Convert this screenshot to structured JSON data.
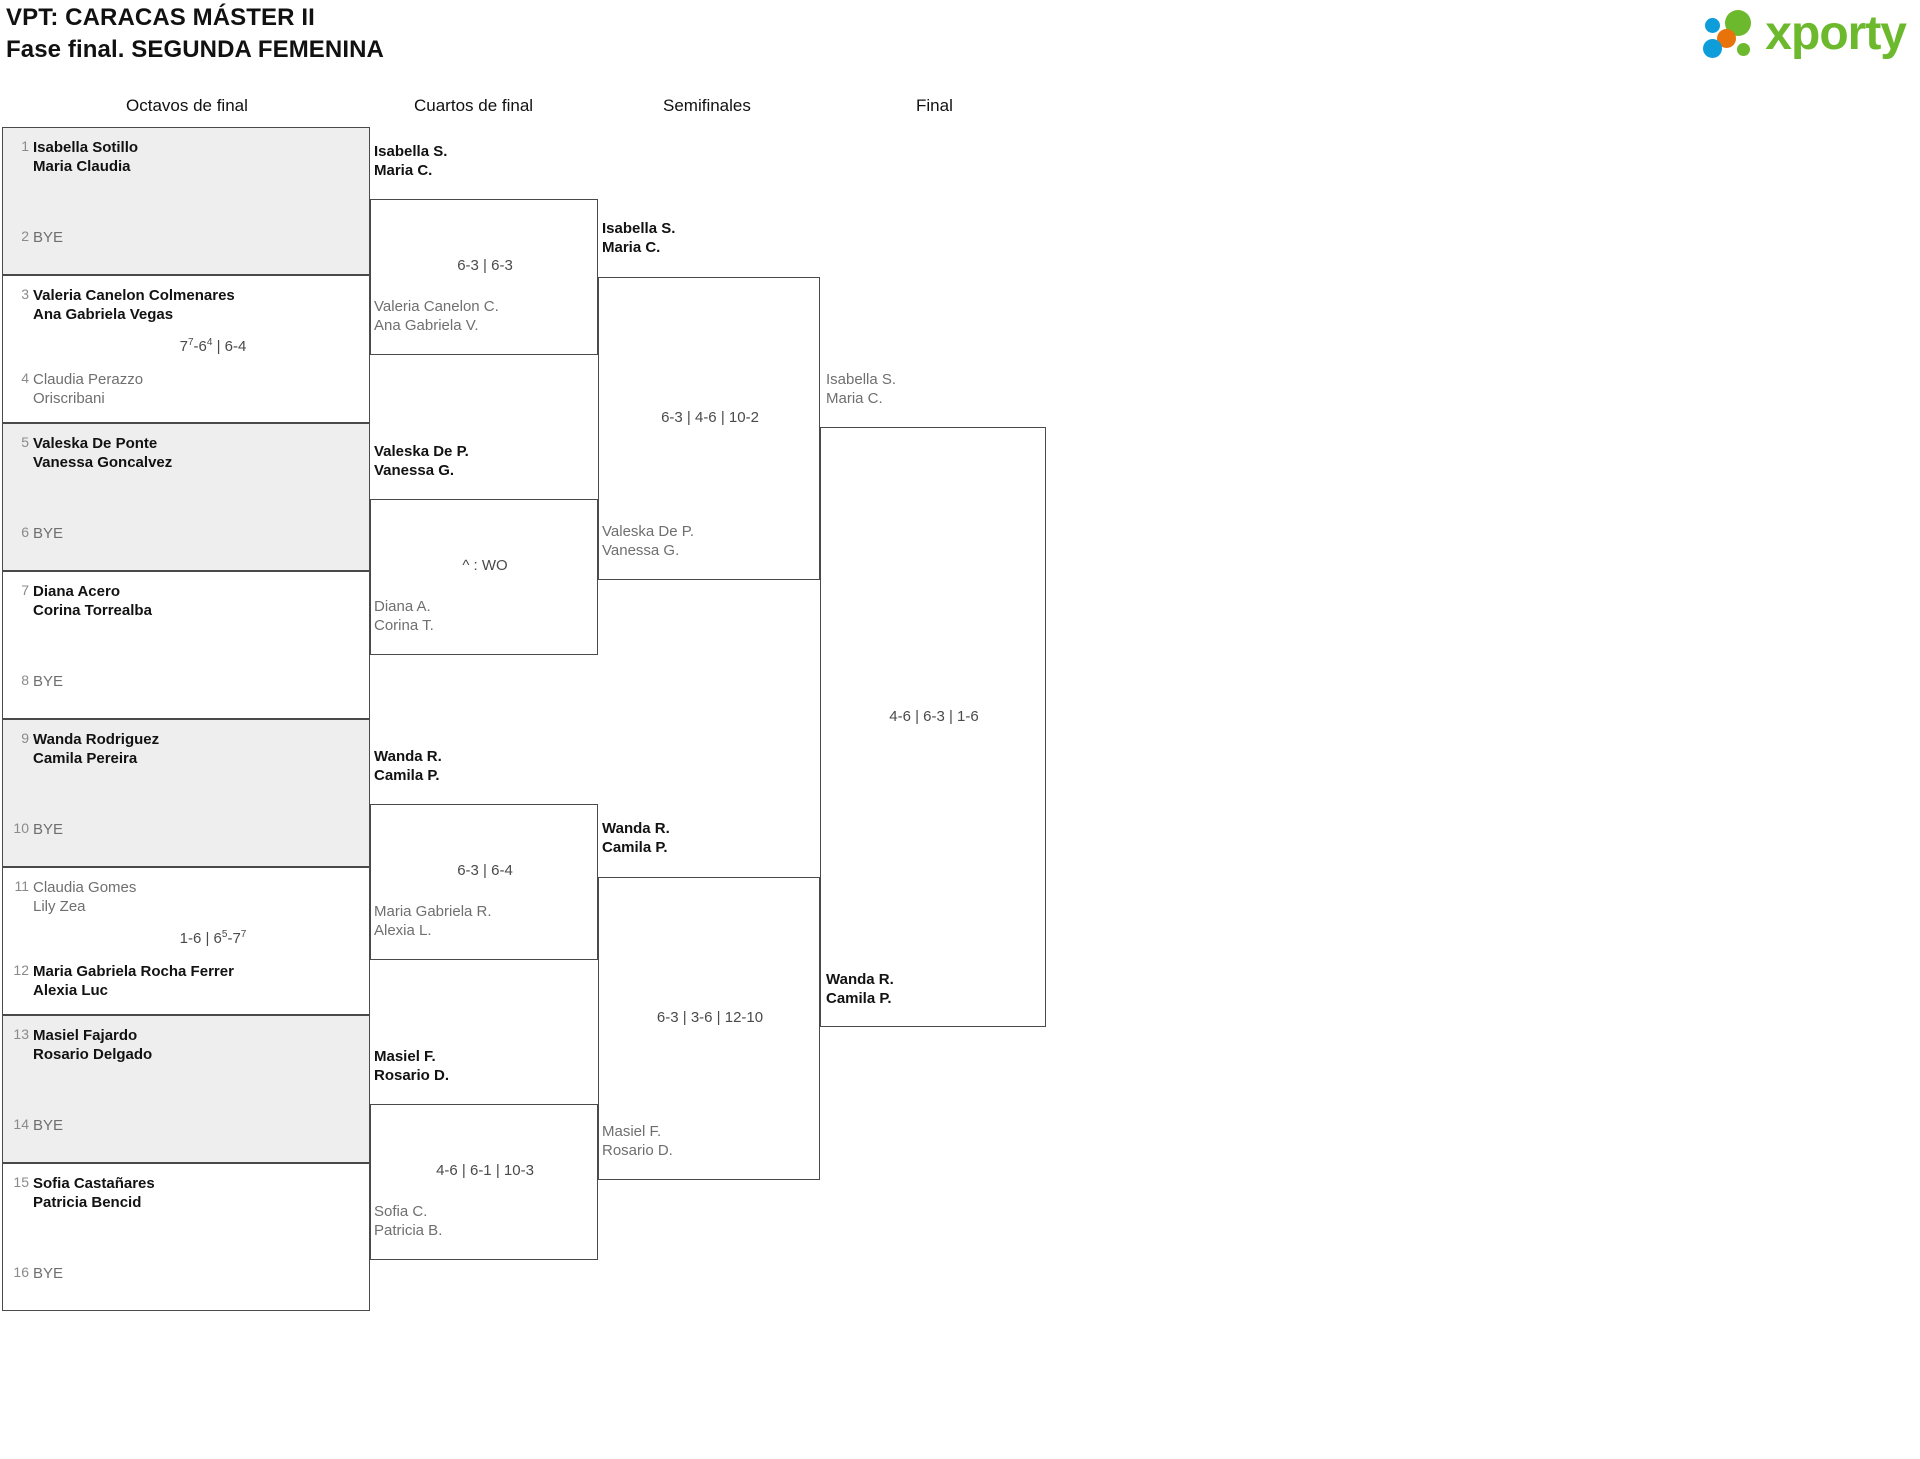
{
  "header": {
    "title_line1": "VPT: CARACAS MÁSTER II",
    "title_line2": "Fase final. SEGUNDA FEMENINA",
    "logo_text": "xporty",
    "logo_colors": {
      "green": "#6cb92d",
      "blue": "#0d9ddb",
      "orange": "#e8730b"
    }
  },
  "rounds": [
    {
      "id": "r16",
      "label": "Octavos de final"
    },
    {
      "id": "qf",
      "label": "Cuartos de final"
    },
    {
      "id": "sf",
      "label": "Semifinales"
    },
    {
      "id": "f",
      "label": "Final"
    }
  ],
  "round_of_16": [
    {
      "shaded": true,
      "top": {
        "seed": "1",
        "p1": "Isabella Sotillo",
        "p2": "Maria Claudia",
        "status": "winner"
      },
      "bottom": {
        "seed": "2",
        "bye": "BYE"
      },
      "score": ""
    },
    {
      "shaded": false,
      "top": {
        "seed": "3",
        "p1": "Valeria Canelon Colmenares",
        "p2": "Ana Gabriela Vegas",
        "status": "winner"
      },
      "bottom": {
        "seed": "4",
        "p1": "Claudia Perazzo",
        "p2": "Oriscribani",
        "status": "loser"
      },
      "score_html": "7<sup>7</sup>-6<sup>4</sup> | 6-4",
      "score": "77-64 | 6-4"
    },
    {
      "shaded": true,
      "top": {
        "seed": "5",
        "p1": "Valeska De Ponte",
        "p2": "Vanessa Goncalvez",
        "status": "winner"
      },
      "bottom": {
        "seed": "6",
        "bye": "BYE"
      },
      "score": ""
    },
    {
      "shaded": false,
      "top": {
        "seed": "7",
        "p1": "Diana Acero",
        "p2": "Corina Torrealba",
        "status": "winner"
      },
      "bottom": {
        "seed": "8",
        "bye": "BYE"
      },
      "score": ""
    },
    {
      "shaded": true,
      "top": {
        "seed": "9",
        "p1": "Wanda Rodriguez",
        "p2": "Camila Pereira",
        "status": "winner"
      },
      "bottom": {
        "seed": "10",
        "bye": "BYE"
      },
      "score": ""
    },
    {
      "shaded": false,
      "top": {
        "seed": "11",
        "p1": "Claudia Gomes",
        "p2": "Lily Zea",
        "status": "loser"
      },
      "bottom": {
        "seed": "12",
        "p1": "Maria Gabriela Rocha Ferrer",
        "p2": "Alexia Luc",
        "status": "winner"
      },
      "score_html": "1-6 | 6<sup>5</sup>-7<sup>7</sup>",
      "score": "1-6 | 65-77"
    },
    {
      "shaded": true,
      "top": {
        "seed": "13",
        "p1": "Masiel Fajardo",
        "p2": "Rosario Delgado",
        "status": "winner"
      },
      "bottom": {
        "seed": "14",
        "bye": "BYE"
      },
      "score": ""
    },
    {
      "shaded": false,
      "top": {
        "seed": "15",
        "p1": "Sofia Castañares",
        "p2": "Patricia Bencid",
        "status": "winner"
      },
      "bottom": {
        "seed": "16",
        "bye": "BYE"
      },
      "score": ""
    }
  ],
  "quarter_finals": [
    {
      "top": {
        "p1": "Isabella S.",
        "p2": "Maria C.",
        "status": "winner"
      },
      "bottom": {
        "p1": "Valeria Canelon C.",
        "p2": "Ana Gabriela V.",
        "status": "loser"
      },
      "score": "6-3 | 6-3"
    },
    {
      "top": {
        "p1": "Valeska De P.",
        "p2": "Vanessa G.",
        "status": "winner"
      },
      "bottom": {
        "p1": "Diana A.",
        "p2": "Corina T.",
        "status": "loser"
      },
      "score": "^ : WO"
    },
    {
      "top": {
        "p1": "Wanda R.",
        "p2": "Camila P.",
        "status": "winner"
      },
      "bottom": {
        "p1": "Maria Gabriela R.",
        "p2": "Alexia L.",
        "status": "loser"
      },
      "score": "6-3 | 6-4"
    },
    {
      "top": {
        "p1": "Masiel F.",
        "p2": "Rosario D.",
        "status": "winner"
      },
      "bottom": {
        "p1": "Sofia C.",
        "p2": "Patricia B.",
        "status": "loser"
      },
      "score": "4-6 | 6-1 | 10-3"
    }
  ],
  "semi_finals": [
    {
      "top": {
        "p1": "Isabella S.",
        "p2": "Maria C.",
        "status": "winner"
      },
      "bottom": {
        "p1": "Valeska De P.",
        "p2": "Vanessa G.",
        "status": "loser"
      },
      "score": "6-3 | 4-6 | 10-2"
    },
    {
      "top": {
        "p1": "Wanda R.",
        "p2": "Camila P.",
        "status": "winner"
      },
      "bottom": {
        "p1": "Masiel F.",
        "p2": "Rosario D.",
        "status": "loser"
      },
      "score": "6-3 | 3-6 | 12-10"
    }
  ],
  "final": {
    "top": {
      "p1": "Isabella S.",
      "p2": "Maria C.",
      "status": "loser"
    },
    "bottom": {
      "p1": "Wanda R.",
      "p2": "Camila P.",
      "status": "winner"
    },
    "score": "4-6 | 6-3 | 1-6"
  }
}
